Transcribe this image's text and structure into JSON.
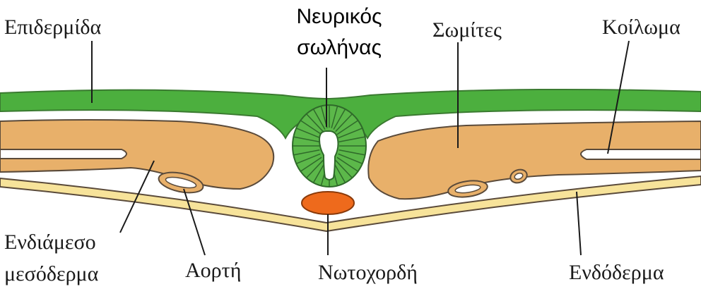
{
  "labels": {
    "epidermis": "Επιδερμίδα",
    "neural_tube_line1": "Νευρικός",
    "neural_tube_line2": "σωλήνας",
    "somites": "Σωμίτες",
    "coelom": "Κοίλωμα",
    "intermediate_mesoderm_line1": "Ενδιάμεσο",
    "intermediate_mesoderm_line2": "μεσόδερμα",
    "aorta": "Αορτή",
    "notochord": "Νωτοχορδή",
    "endoderm": "Ενδόδερμα"
  },
  "colors": {
    "ectoderm_green": "#4caf3e",
    "neural_green": "#5cb84a",
    "mesoderm_orange": "#e8b06a",
    "endoderm_yellow": "#f7e39a",
    "notochord_orange": "#ee6a1c",
    "outline": "#5a4a3a"
  }
}
